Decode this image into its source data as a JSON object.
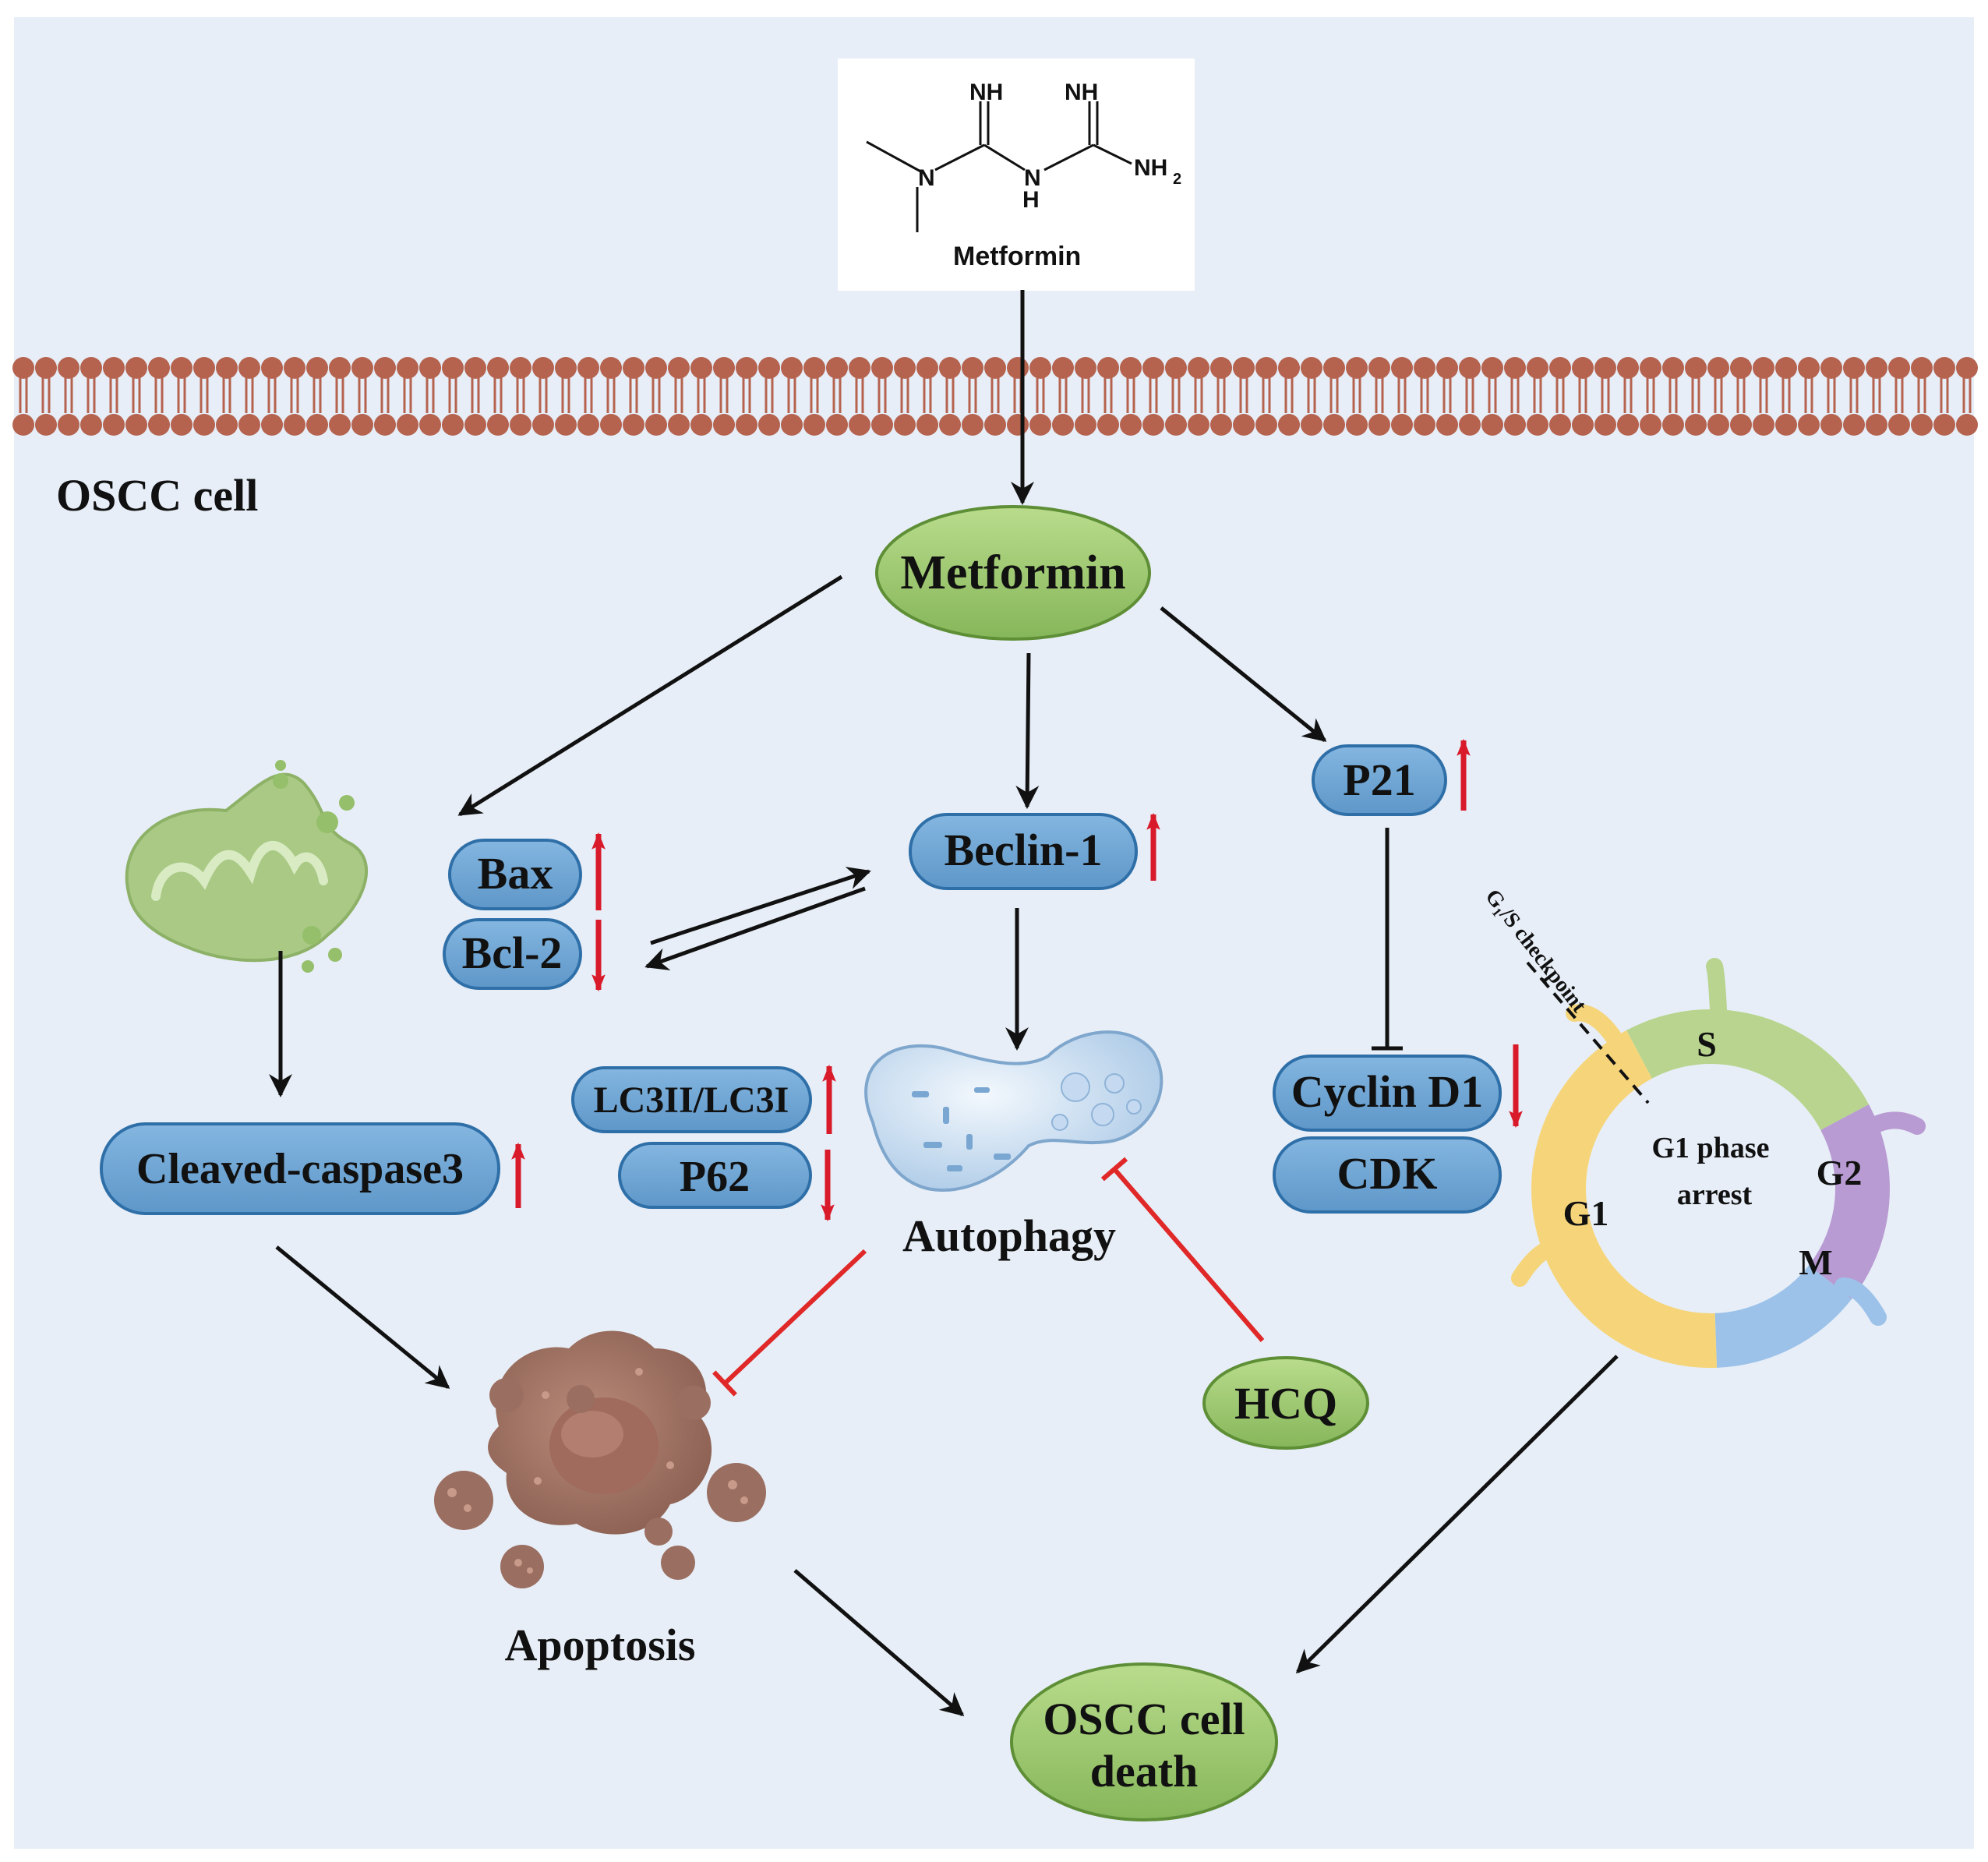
{
  "colors": {
    "background": "#e7eef7",
    "membrane": "#b5634f",
    "green_fill": "#97c46a",
    "blue_fill": "#6fa6d6",
    "blue_stroke": "#2f6fa8",
    "inhibit_red": "#e02828",
    "up_down_arrow": "#d81a2a"
  },
  "structure": {
    "label": "Metformin",
    "atoms": {
      "nh_left": "NH",
      "nh_right": "NH",
      "n": "N",
      "n_h": "N",
      "h": "H",
      "nh2": "NH",
      "nh2_sub": "2"
    }
  },
  "cell_label": "OSCC cell",
  "nodes": {
    "metformin": "Metformin",
    "bax": "Bax",
    "bcl2": "Bcl-2",
    "beclin1": "Beclin-1",
    "p21": "P21",
    "cleaved_caspase3": "Cleaved-caspase3",
    "lc3": "LC3II/LC3I",
    "p62": "P62",
    "cyclin_d1": "Cyclin D1",
    "cdk": "CDK",
    "hcq": "HCQ",
    "death_line1": "OSCC cell",
    "death_line2": "death"
  },
  "labels": {
    "autophagy": "Autophagy",
    "apoptosis": "Apoptosis"
  },
  "cell_cycle": {
    "checkpoint": "G₁/S checkpoint",
    "center_line1": "G1 phase",
    "center_line2": "arrest",
    "phases": {
      "s": "S",
      "g2": "G2",
      "m": "M",
      "g1": "G1"
    }
  },
  "regulation": {
    "bax": "up",
    "bcl2": "down",
    "beclin1": "up",
    "p21": "up",
    "cleaved_caspase3": "up",
    "lc3": "up",
    "p62": "down",
    "cyclin_d1": "down"
  }
}
